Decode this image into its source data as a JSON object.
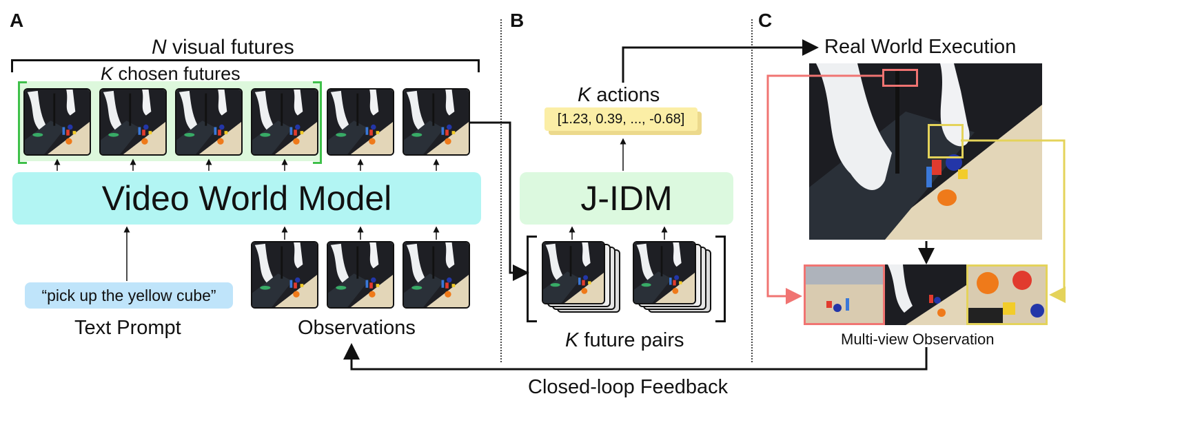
{
  "panels": {
    "a": "A",
    "b": "B",
    "c": "C"
  },
  "panel_a": {
    "n_var": "N",
    "n_text": " visual futures",
    "k_var": "K",
    "k_text": " chosen futures",
    "model_label": "Video World Model",
    "prompt_text": "“pick up the yellow cube”",
    "prompt_caption": "Text Prompt",
    "obs_caption": "Observations"
  },
  "panel_b": {
    "actions_var": "K",
    "actions_text": " actions",
    "action_vector": "[1.23, 0.39, ..., -0.68]",
    "model_label": "J-IDM",
    "pairs_var": "K",
    "pairs_text": " future pairs"
  },
  "panel_c": {
    "exec_label": "Real World Execution",
    "multiview_label": "Multi-view Observation"
  },
  "feedback_label": "Closed-loop Feedback",
  "colors": {
    "world_model": "#b2f5f3",
    "jidm": "#dcf9df",
    "chosen_bg": "#ddf8dc",
    "chosen_bracket": "#3fc04a",
    "prompt_bg": "#bfe4fa",
    "action_bg": "#fbeea6",
    "red_view": "#f07472",
    "yellow_view": "#e4d35a"
  }
}
